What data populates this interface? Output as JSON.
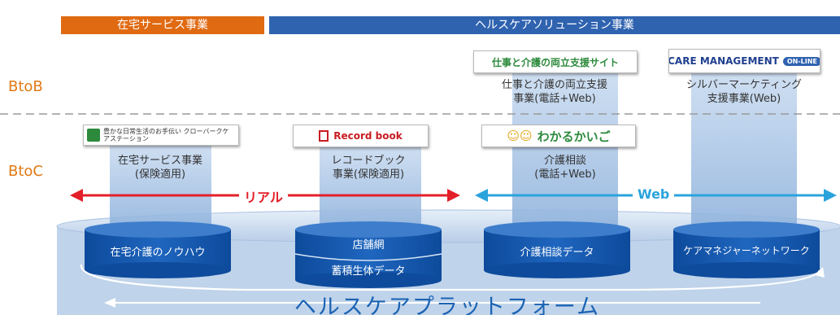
{
  "categories": {
    "home_care": "在宅サービス事業",
    "healthcare": "ヘルスケアソリューション事業"
  },
  "levels": {
    "btob": "BtoB",
    "btoc": "BtoC"
  },
  "btob_services": [
    {
      "logo": "仕事と介護の両立支援サイト",
      "desc1": "仕事と介護の両立支援",
      "desc2": "事業(電話+Web)"
    },
    {
      "logo": "CARE MANAGEMENT",
      "badge": "ON-LINE",
      "desc1": "シルバーマーケティング",
      "desc2": "支援事業(Web)"
    }
  ],
  "btoc_services": [
    {
      "logo": "豊かな日常生活のお手伝い クローバークケアステーション",
      "desc1": "在宅サービス事業",
      "desc2": "(保険適用)"
    },
    {
      "logo": "Record book",
      "desc1": "レコードブック",
      "desc2": "事業(保険適用)"
    },
    {
      "logo": "わかるかいご",
      "desc1": "介護相談",
      "desc2": "(電話+Web)"
    }
  ],
  "channels": {
    "real": "リアル",
    "web": "Web"
  },
  "data_assets": {
    "care_knowhow": "在宅介護のノウハウ",
    "store_network": "店舗網",
    "biometric_data": "蓄積生体データ",
    "consultation_data": "介護相談データ",
    "caremanager_network": "ケアマネジャーネットワーク"
  },
  "platform_title": "ヘルスケアプラットフォーム",
  "colors": {
    "orange": "#e06a12",
    "blue": "#2f63b0",
    "red": "#e3202a",
    "cyan": "#2aa3dc"
  }
}
